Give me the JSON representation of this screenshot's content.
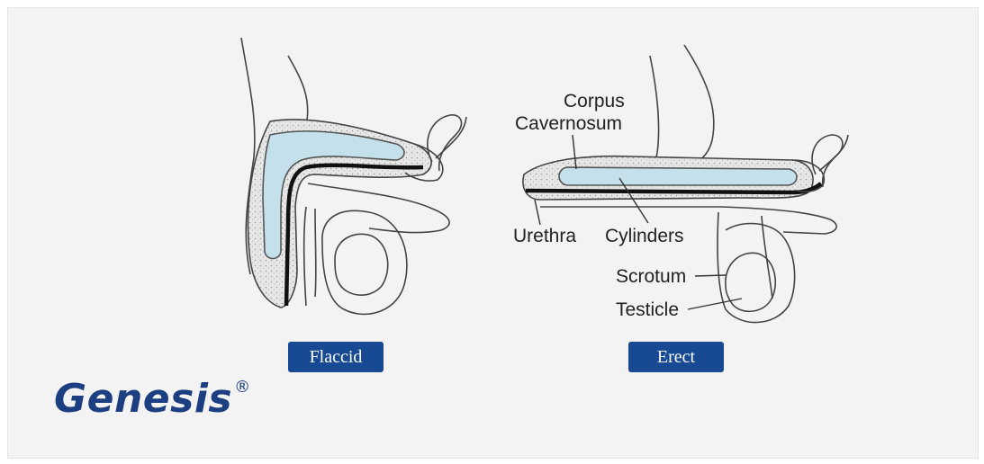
{
  "labels": {
    "corpus_line1": "Corpus",
    "corpus_line2": "Cavernosum",
    "urethra": "Urethra",
    "cylinders": "Cylinders",
    "scrotum": "Scrotum",
    "testicle": "Testicle"
  },
  "states": {
    "flaccid": "Flaccid",
    "erect": "Erect"
  },
  "brand": {
    "name": "Genesis",
    "mark": "®"
  },
  "colors": {
    "button_bg": "#174a93",
    "brand_text": "#1b3f80",
    "cylinder_fill": "#c4e0ea",
    "line": "#333333"
  }
}
